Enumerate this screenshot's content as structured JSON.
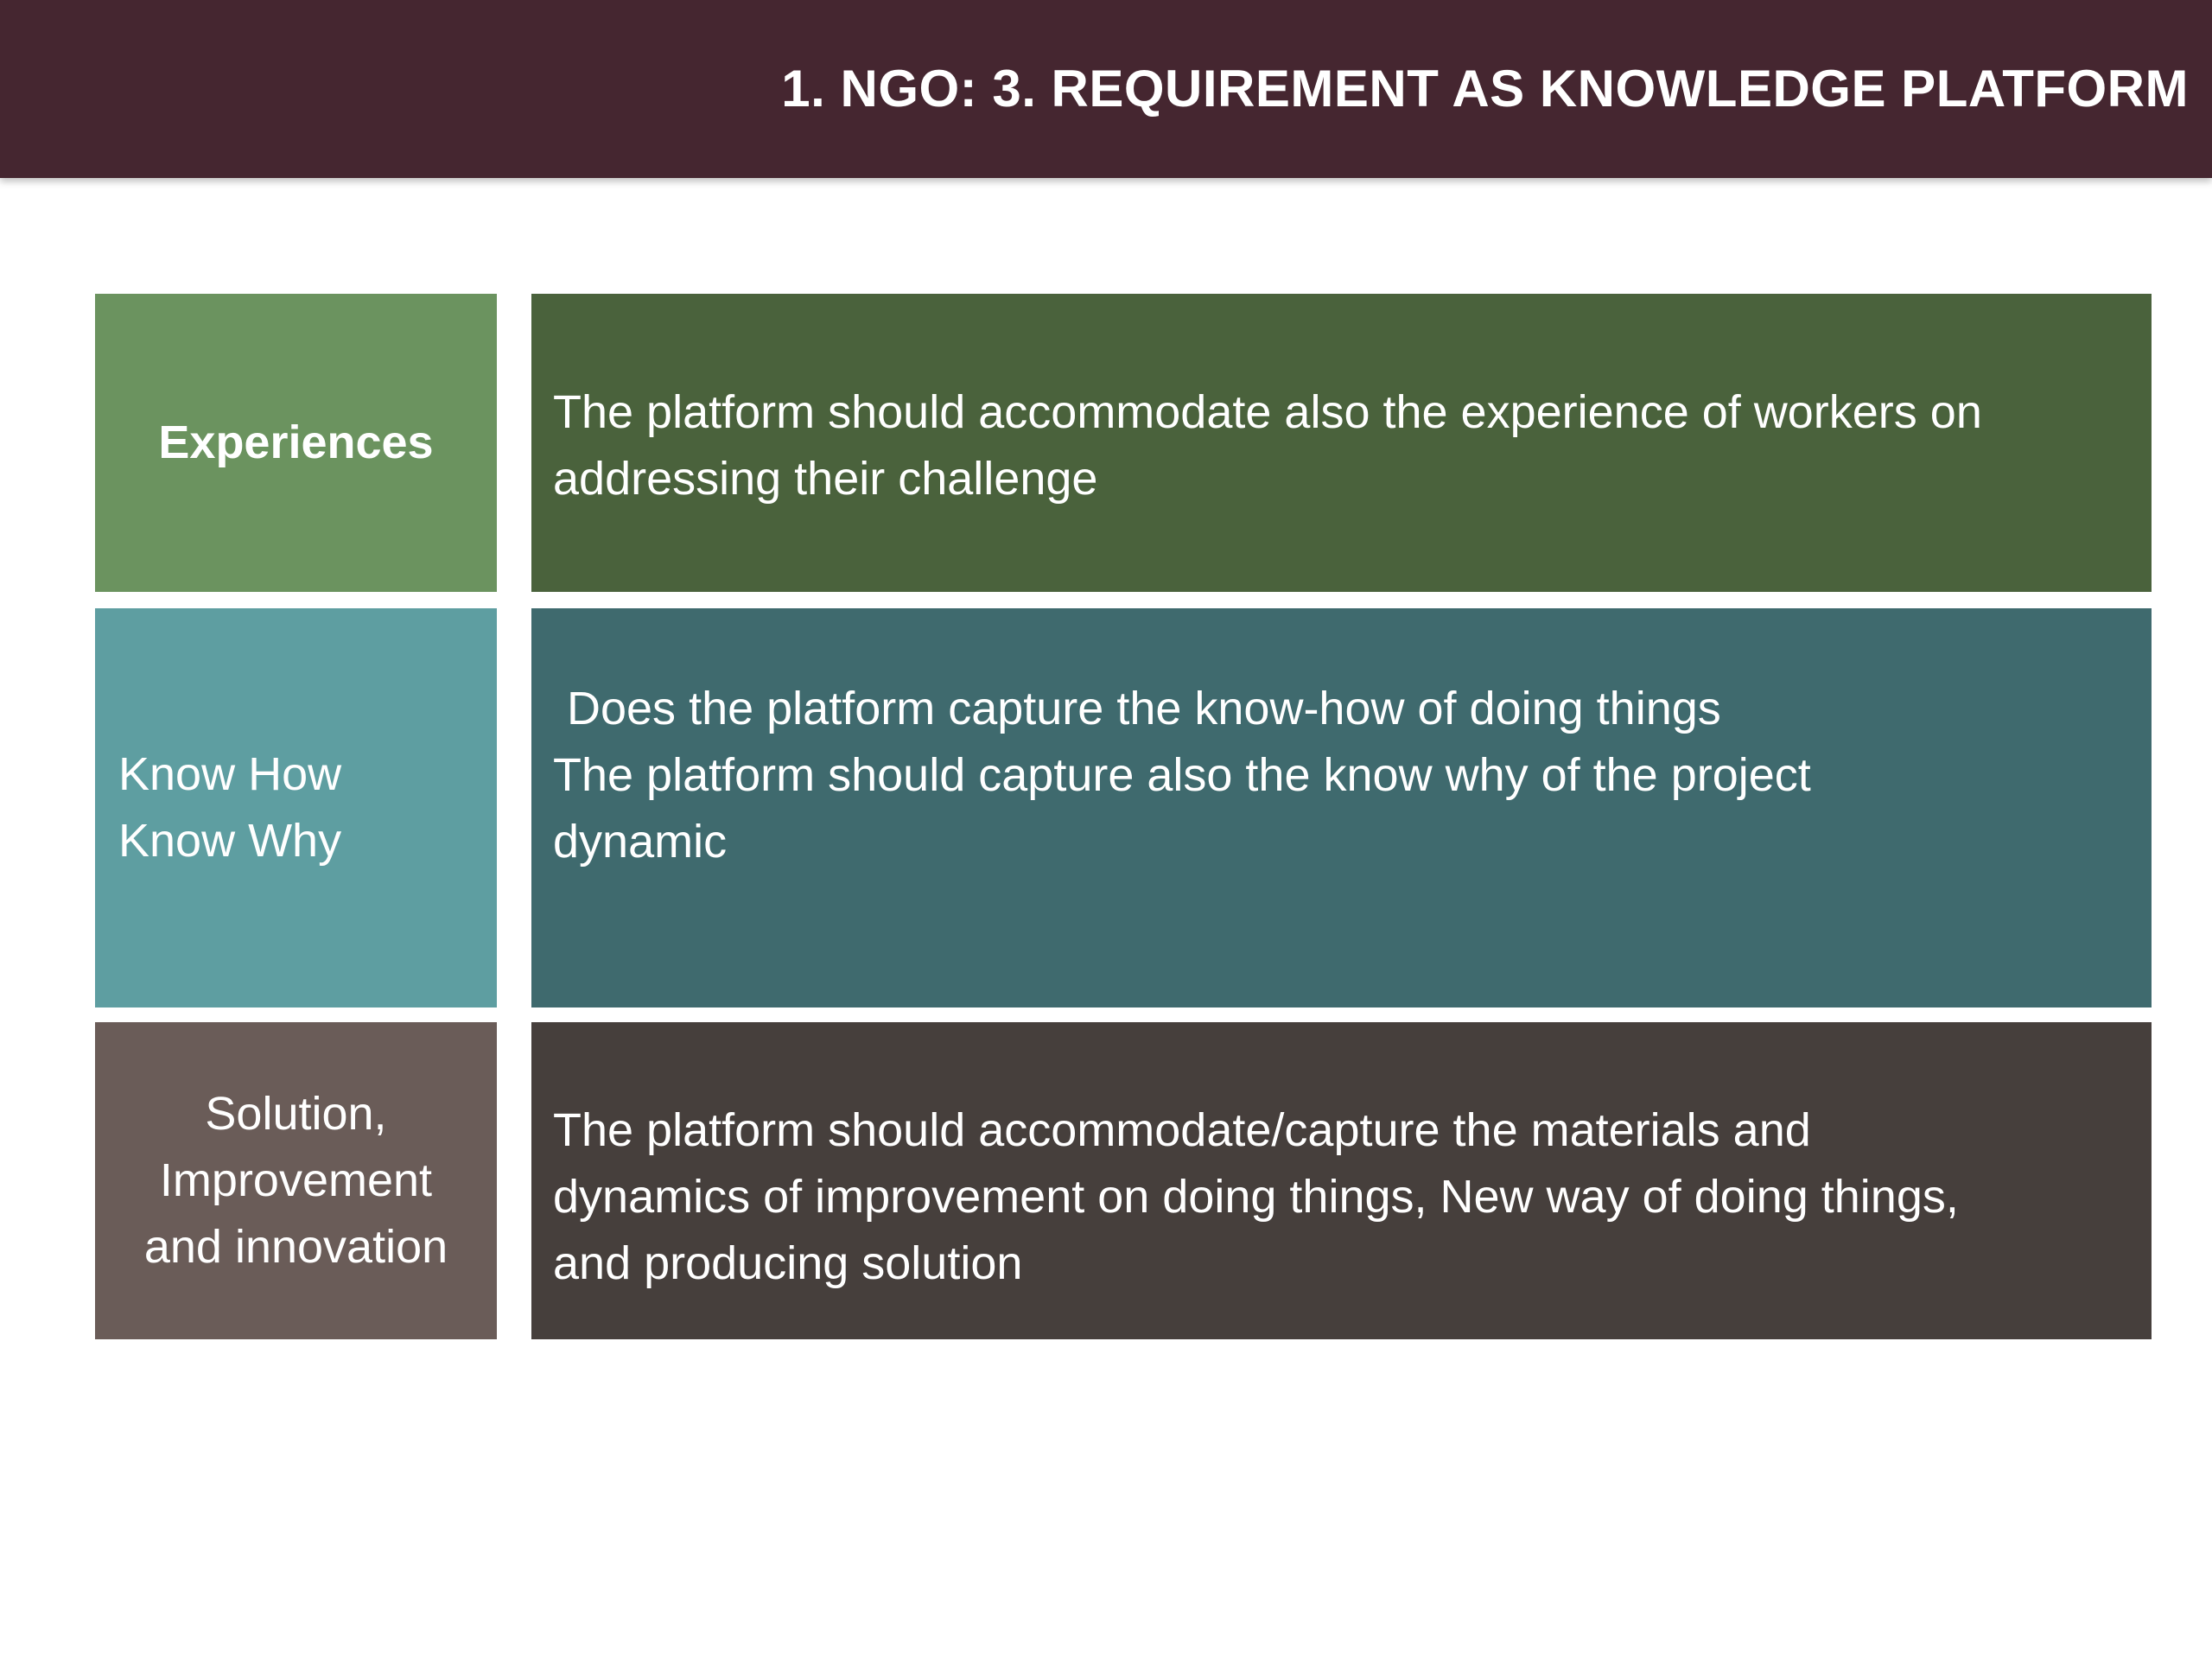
{
  "slide": {
    "title": "1. NGO:  3. REQUIREMENT AS KNOWLEDGE PLATFORM"
  },
  "rows": [
    {
      "label": "Experiences",
      "desc_lines": [
        "The platform should accommodate also the experience of workers on",
        "addressing their challenge"
      ]
    },
    {
      "label_lines": [
        "Know How",
        "Know Why"
      ],
      "desc_lines": [
        "Does the platform capture the know-how of doing things",
        "The platform should capture also the know why of the project",
        "dynamic"
      ]
    },
    {
      "label_lines": [
        "Solution,",
        "Improvement",
        "and innovation"
      ],
      "desc_lines": [
        "The platform should accommodate/capture the materials and",
        "dynamics of improvement on doing things, New way of doing things,",
        "and producing solution"
      ]
    }
  ],
  "colors": {
    "title_bar": "#452630",
    "experiences_label": "#6b935f",
    "experiences_desc": "#4a623c",
    "knowhow_label": "#5e9ea1",
    "knowhow_desc": "#3f6a6e",
    "solution_label": "#6a5c58",
    "solution_desc": "#463f3c"
  }
}
